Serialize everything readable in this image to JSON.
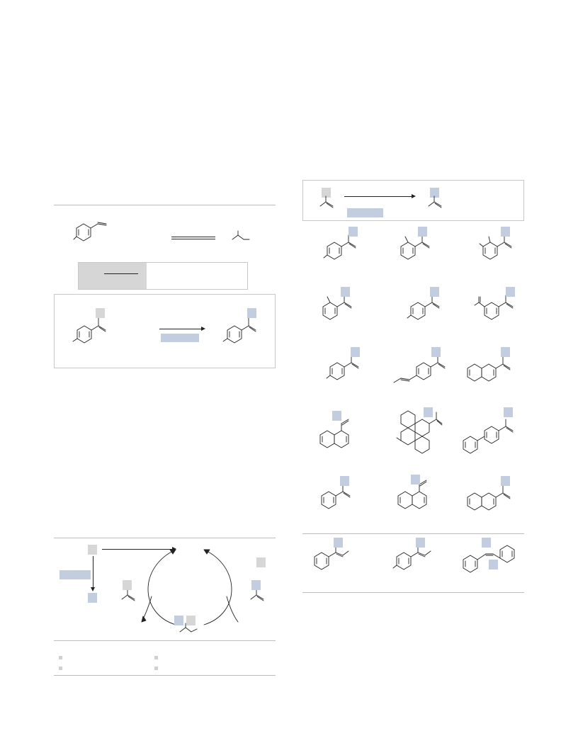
{
  "colors": {
    "highlight_gray": "#d6d6d6",
    "highlight_blue": "#c3cde0",
    "rule": "#bdbdbd",
    "ink": "#222222"
  },
  "figures": {
    "equilibrium_scheme": {
      "arrow": "equilibrium-arrows"
    },
    "transformation_scheme": {
      "arrow": "reaction-arrow"
    },
    "substrate_scope": {
      "rows": 6
    },
    "catalytic_cycle": {
      "arrow": "cycle-arrows"
    }
  }
}
